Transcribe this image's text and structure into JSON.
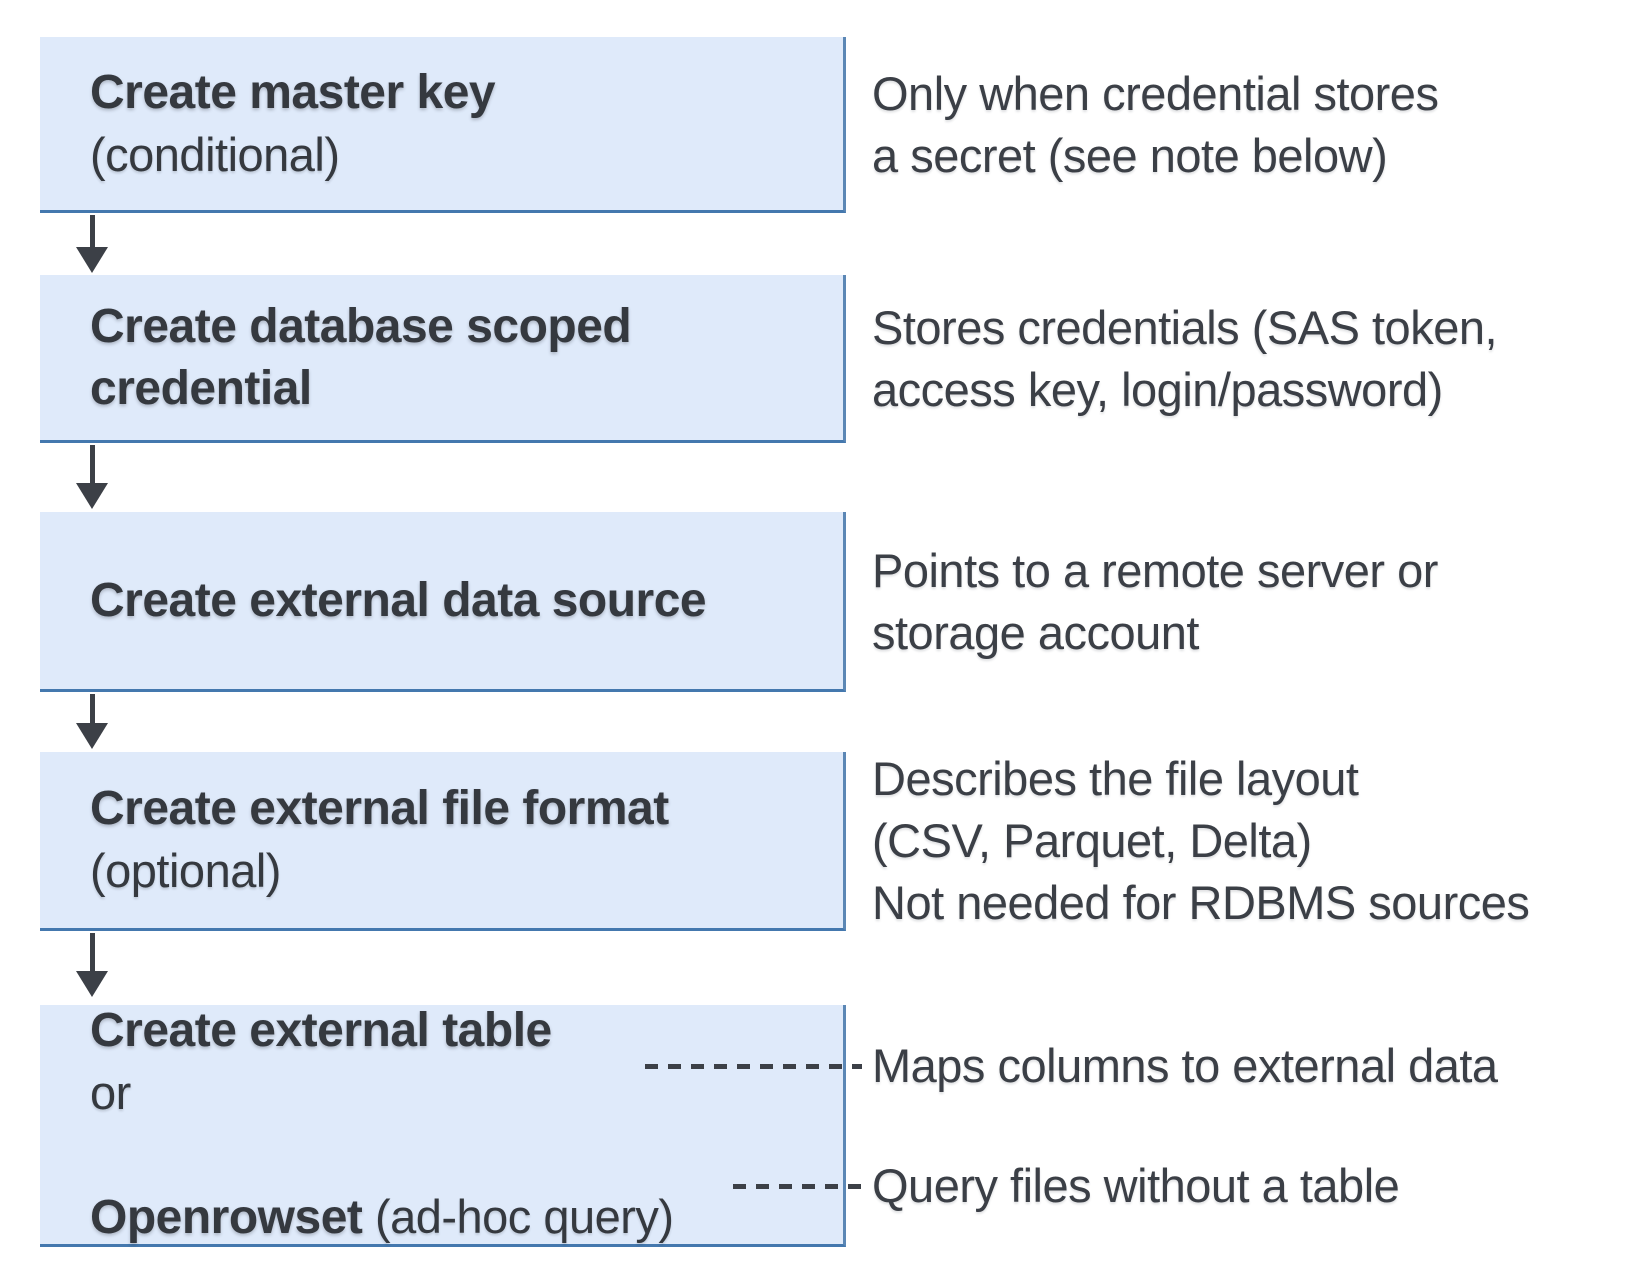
{
  "diagram": {
    "kind": "flowchart",
    "colors": {
      "box_fill": "#dfeafa",
      "box_border_right": "#5b87b5",
      "box_border_bottom": "#4478ae",
      "text": "#35393f",
      "note_text": "#3b3f46",
      "arrow": "#3c4047"
    },
    "steps": [
      {
        "id": "create-master-key",
        "title": "Create master key",
        "qualifier": "(conditional)",
        "note": "Only when credential stores\na secret (see note below)"
      },
      {
        "id": "create-database-scoped-credential",
        "title": "Create database scoped\ncredential",
        "note": "Stores credentials (SAS token,\naccess key, login/password)"
      },
      {
        "id": "create-external-data-source",
        "title": "Create external data source",
        "note": "Points to a remote server or\nstorage account"
      },
      {
        "id": "create-external-file-format",
        "title": "Create external file format",
        "qualifier": "(optional)",
        "note": "Describes the file layout\n(CSV, Parquet, Delta)\nNot needed for RDBMS sources"
      },
      {
        "id": "create-external-table-or-openrowset",
        "line1_bold": "Create external table",
        "line2": "or",
        "line3_bold": "Openrowset",
        "line3_regular": " (ad-hoc query)",
        "note_table": "Maps columns to external data",
        "note_openrowset": "Query files without a table"
      }
    ],
    "connectors": {
      "down_arrows": 4,
      "dashed_links": 2
    }
  }
}
